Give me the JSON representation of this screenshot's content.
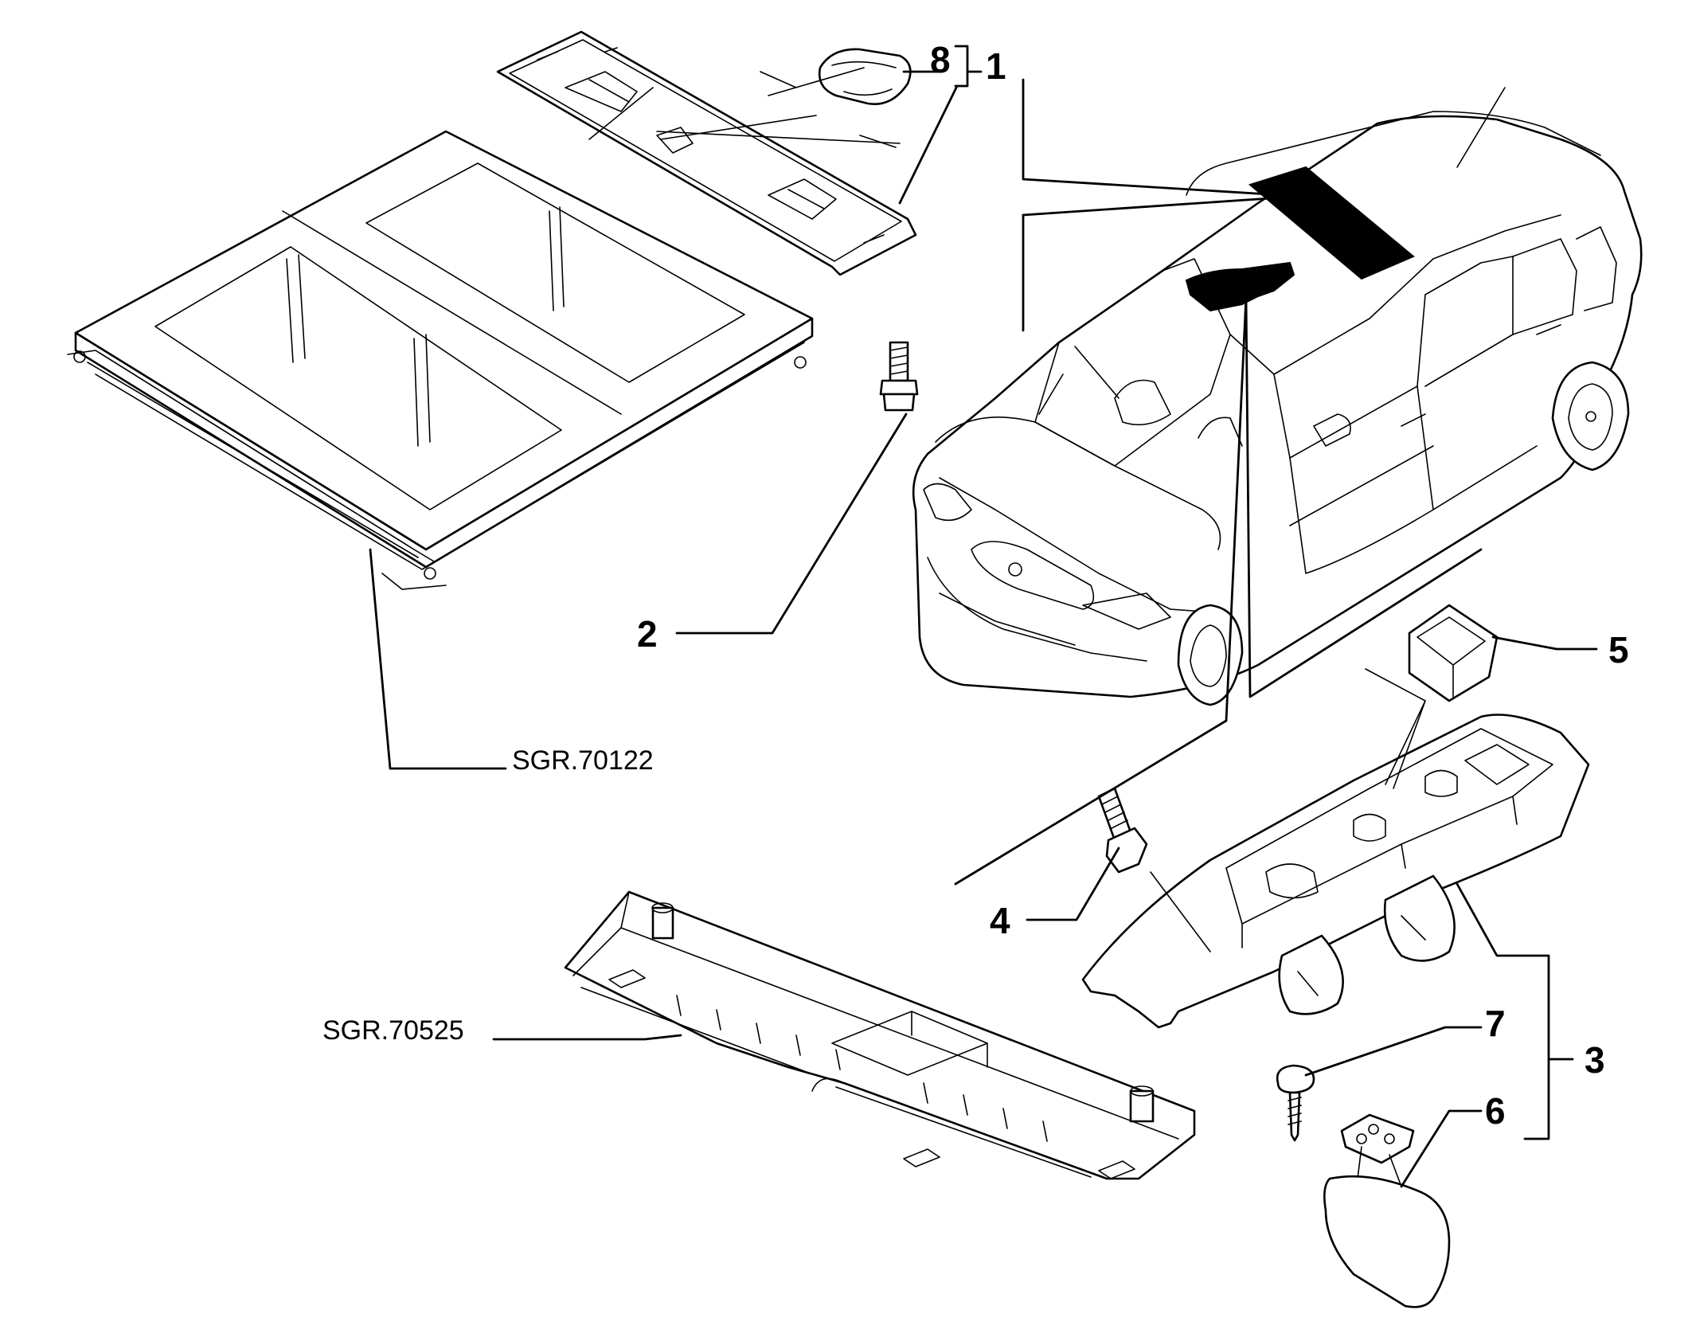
{
  "callouts": {
    "part_1": "1",
    "part_2": "2",
    "part_3": "3",
    "part_4": "4",
    "part_5": "5",
    "part_6": "6",
    "part_7": "7",
    "part_8": "8"
  },
  "references": {
    "roof_group": "SGR.70122",
    "headliner_group": "SGR.70525"
  }
}
